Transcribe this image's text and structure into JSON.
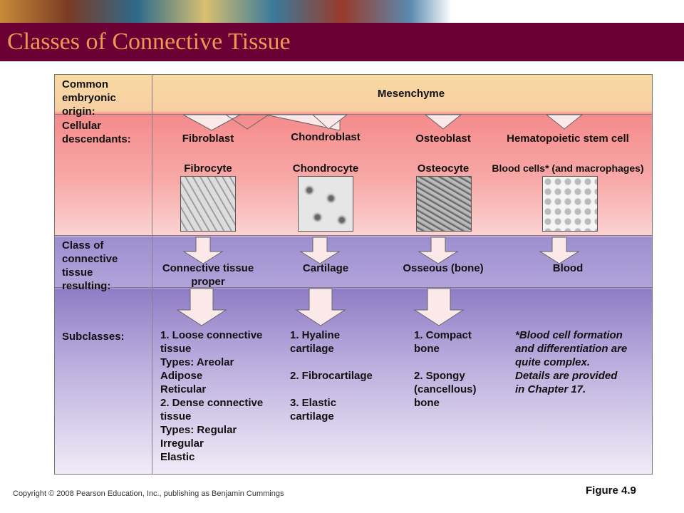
{
  "slide": {
    "title": "Classes of Connective Tissue"
  },
  "rows": {
    "origin": "Common\nembryonic\norigin:",
    "descendants": "Cellular\ndescendants:",
    "class": "Class of\nconnective\ntissue\nresulting:",
    "subclasses": "Subclasses:"
  },
  "origin_value": "Mesenchyme",
  "blasts": [
    "Fibroblast",
    "Chondroblast",
    "Osteoblast",
    "Hematopoietic stem cell"
  ],
  "cytes": [
    "Fibrocyte",
    "Chondrocyte",
    "Osteocyte",
    "Blood cells* (and macrophages)"
  ],
  "classes": [
    "Connective tissue\nproper",
    "Cartilage",
    "Osseous (bone)",
    "Blood"
  ],
  "subclasses": {
    "proper": "1.  Loose connective\n      tissue\n      Types:  Areolar\n                  Adipose\n                  Reticular\n2. Dense connective\n      tissue\n     Types:  Regular\n                 Irregular\n                 Elastic",
    "cartilage": "1.  Hyaline\n      cartilage\n\n2.  Fibrocartilage\n\n3.  Elastic\n      cartilage",
    "bone": "1.  Compact\n      bone\n\n2.   Spongy\n      (cancellous)\n      bone",
    "blood_note": "*Blood cell formation\n  and differentiation are\n  quite complex.\n  Details are provided\n  in Chapter 17."
  },
  "footer": {
    "copyright": "Copyright © 2008 Pearson Education, Inc., publishing as Benjamin Cummings",
    "figure": "Figure 4.9"
  }
}
